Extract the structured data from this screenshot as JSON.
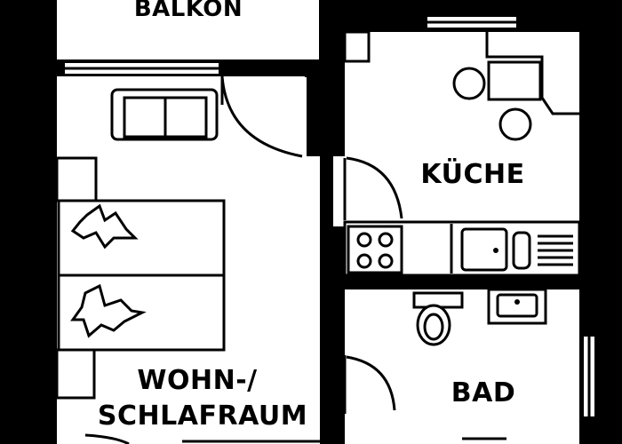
{
  "plan": {
    "rooms": {
      "balcony": "BALKON",
      "kitchen": "KÜCHE",
      "living_line1": "WOHN-/",
      "living_line2": "SCHLAFRAUM",
      "bathroom": "BAD"
    },
    "colors": {
      "wall": "#000000",
      "floor": "#ffffff"
    }
  }
}
